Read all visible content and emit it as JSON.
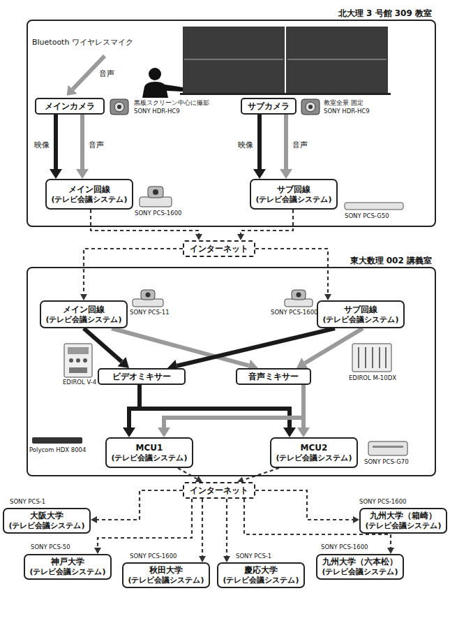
{
  "diagram": {
    "nodes": [
      {
        "text": [
          "北大理 3 号館 309 教室"
        ]
      },
      {
        "text": [
          "メインカメラ"
        ],
        "in": 0
      },
      {
        "text": [
          "サブカメラ"
        ],
        "in": 0
      },
      {
        "text": [
          "メイン回線",
          "(テレビ会議システム)"
        ],
        "in": 0
      },
      {
        "text": [
          "サブ回線",
          "(テレビ会議システム)"
        ],
        "in": 0
      },
      {
        "text": [
          "インターネット"
        ]
      },
      {
        "text": [
          "東大数理 002 講義室"
        ]
      },
      {
        "text": [
          "メイン回線",
          "(テレビ会議システム)"
        ],
        "in": 6
      },
      {
        "text": [
          "サブ回線",
          "(テレビ会議システム)"
        ],
        "in": 6
      },
      {
        "text": [
          "ビデオミキサー"
        ],
        "in": 6
      },
      {
        "text": [
          "音声ミキサー"
        ],
        "in": 6
      },
      {
        "text": [
          "MCU1",
          "(テレビ会議システム)"
        ],
        "in": 6
      },
      {
        "text": [
          "MCU2",
          "(テレビ会議システム)"
        ],
        "in": 6
      },
      {
        "text": [
          "インターネット"
        ]
      },
      {
        "text": [
          "大阪大学",
          "(テレビ会議システム)"
        ]
      },
      {
        "text": [
          "九州大学（箱崎）",
          "(テレビ会議システム)"
        ]
      },
      {
        "text": [
          "神戸大学",
          "(テレビ会議システム)"
        ]
      },
      {
        "text": [
          "秋田大学",
          "(テレビ会議システム)"
        ]
      },
      {
        "text": [
          "慶応大学",
          "(テレビ会議システム)"
        ]
      },
      {
        "text": [
          "九州大学（六本松）",
          "(テレビ会議システム)"
        ]
      }
    ],
    "edges": [
      {
        "from": 1,
        "to": 3,
        "label": "映像",
        "arrow": "to"
      },
      {
        "from": 1,
        "to": 3,
        "label": "音声",
        "arrow": "to"
      },
      {
        "from": 2,
        "to": 4,
        "label": "映像",
        "arrow": "to"
      },
      {
        "from": 2,
        "to": 4,
        "label": "音声",
        "arrow": "to"
      },
      {
        "from": 3,
        "to": 5,
        "arrow": "to"
      },
      {
        "from": 4,
        "to": 5,
        "arrow": "to"
      },
      {
        "from": 5,
        "to": 7,
        "arrow": "to"
      },
      {
        "from": 5,
        "to": 8,
        "arrow": "to"
      },
      {
        "from": 7,
        "to": 9,
        "arrow": "to"
      },
      {
        "from": 7,
        "to": 10,
        "arrow": "to"
      },
      {
        "from": 8,
        "to": 9,
        "arrow": "to"
      },
      {
        "from": 8,
        "to": 10,
        "arrow": "to"
      },
      {
        "from": 9,
        "to": 11,
        "arrow": "to"
      },
      {
        "from": 9,
        "to": 12,
        "arrow": "to"
      },
      {
        "from": 10,
        "to": 11,
        "arrow": "to"
      },
      {
        "from": 10,
        "to": 12,
        "arrow": "to"
      },
      {
        "from": 11,
        "to": 13,
        "arrow": "to"
      },
      {
        "from": 12,
        "to": 13,
        "arrow": "to"
      },
      {
        "from": 13,
        "to": 14,
        "arrow": "to"
      },
      {
        "from": 13,
        "to": 15,
        "arrow": "to"
      },
      {
        "from": 13,
        "to": 16,
        "arrow": "to"
      },
      {
        "from": 13,
        "to": 17,
        "arrow": "to"
      },
      {
        "from": 13,
        "to": 18,
        "arrow": "to"
      },
      {
        "from": 13,
        "to": 19,
        "arrow": "to"
      }
    ],
    "labels": [
      "Bluetooth ワイヤレスマイク",
      "音声",
      "黒板スクリーン中心に撮影",
      "SONY HDR-HC9",
      "教室全景 固定",
      "SONY HDR-HC9",
      "SONY PCS-1600",
      "SONY PCS-G50",
      "SONY PCS-11",
      "SONY PCS-1600",
      "EDIROL V-4",
      "EDIROL M-10DX",
      "Polycom HDX 8004",
      "SONY PCS-G70",
      "SONY PCS-1",
      "SONY PCS-1600",
      "SONY PCS-50",
      "SONY PCS-1600",
      "SONY PCS-1",
      "SONY PCS-1600"
    ]
  }
}
